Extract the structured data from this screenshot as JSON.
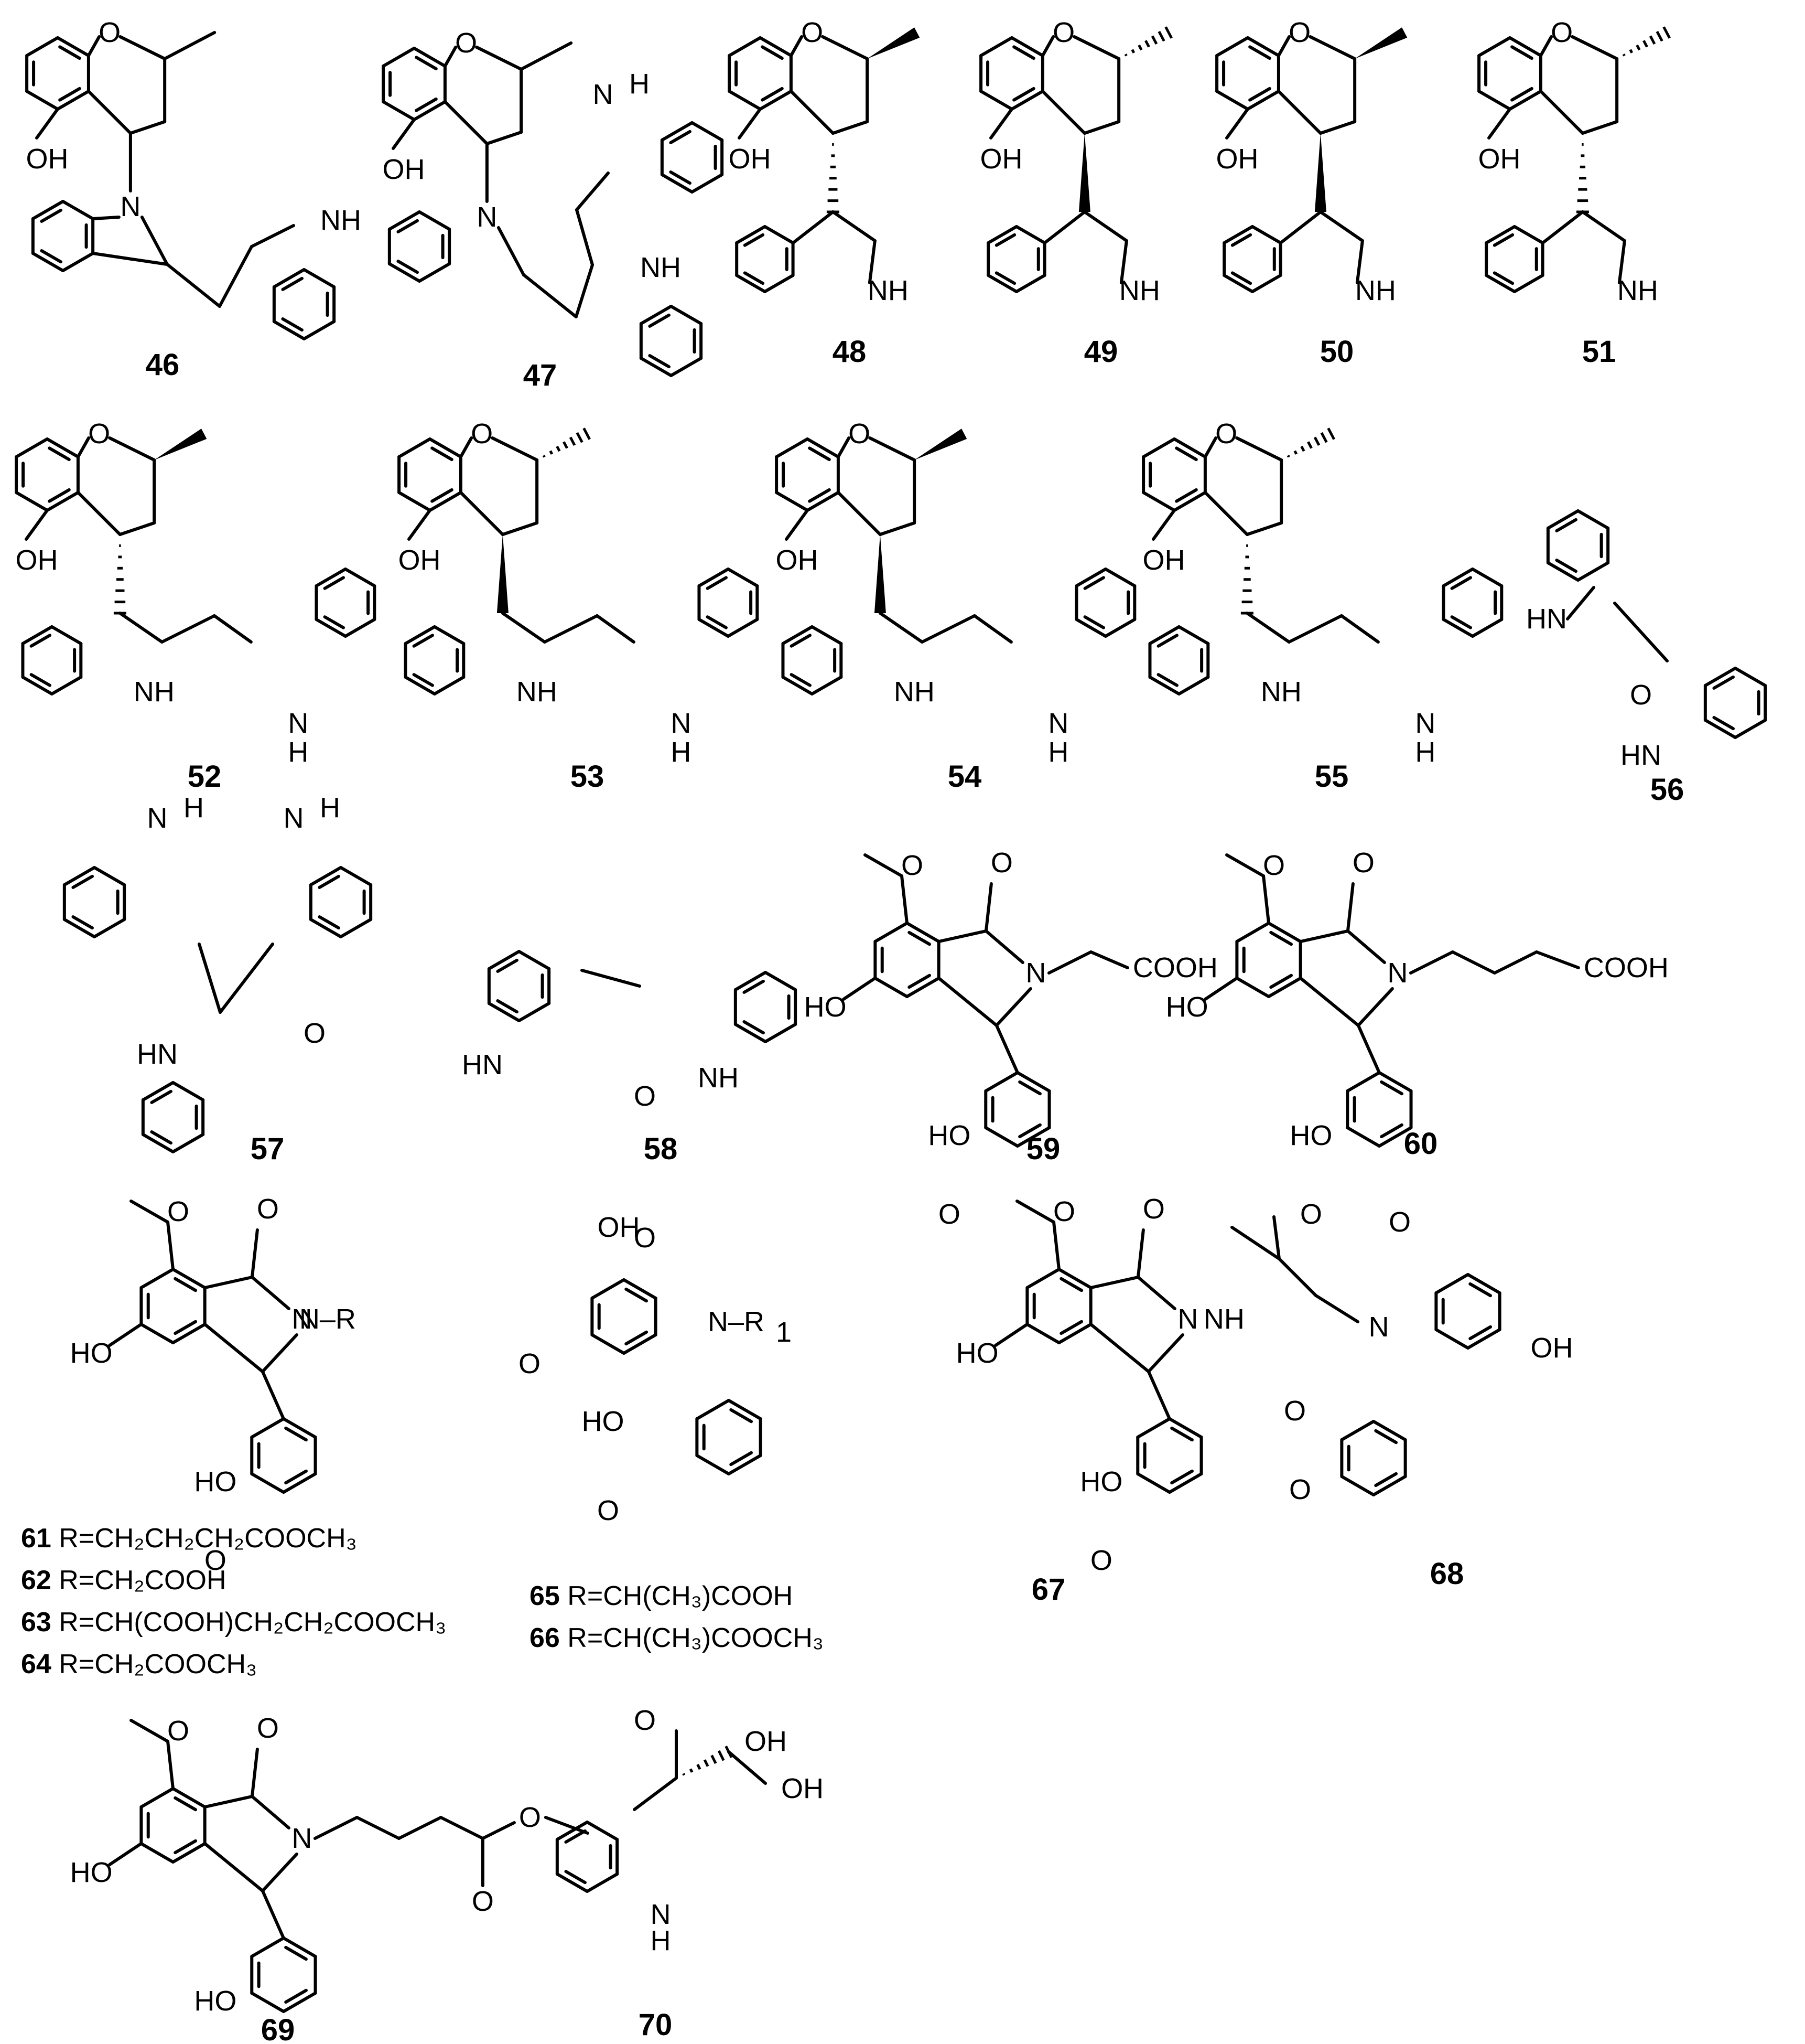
{
  "labels": [
    "46",
    "47",
    "48",
    "49",
    "50",
    "51",
    "52",
    "53",
    "54",
    "55",
    "56",
    "57",
    "58",
    "59",
    "60",
    "67",
    "68",
    "69",
    "70"
  ],
  "atoms": {
    "O": "O",
    "OH": "OH",
    "HO": "HO",
    "N": "N",
    "NH": "NH",
    "HN": "HN",
    "H": "H",
    "COOH": "COOH",
    "N_R": "N–R",
    "N_R1": "N–R",
    "sub1": "1"
  },
  "r_groups_a": [
    {
      "id": "61",
      "text": "R=CH₂CH₂CH₂COOCH₃"
    },
    {
      "id": "62",
      "text": "R=CH₂COOH"
    },
    {
      "id": "63",
      "text": "R=CH(COOH)CH₂CH₂COOCH₃"
    },
    {
      "id": "64",
      "text": "R=CH₂COOCH₃"
    }
  ],
  "r_groups_b": [
    {
      "id": "65",
      "text": "R=CH(CH₃)COOH"
    },
    {
      "id": "66",
      "text": "R=CH(CH₃)COOCH₃"
    }
  ]
}
